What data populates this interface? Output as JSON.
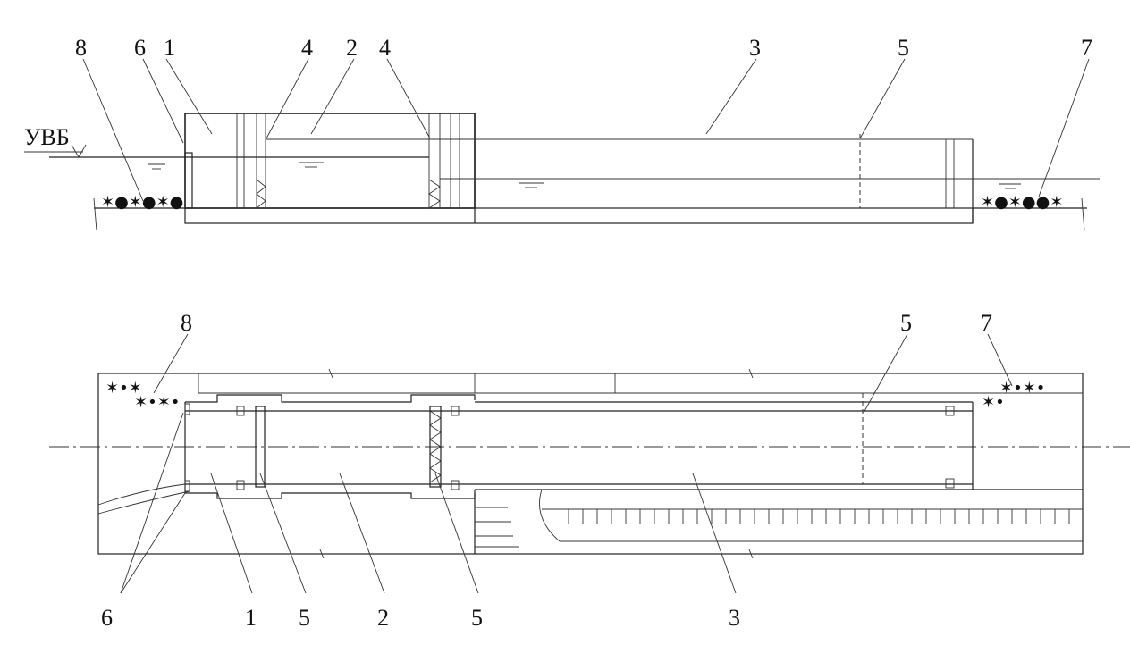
{
  "water_level_label": "УВБ",
  "elevation": {
    "labels": {
      "n8": "8",
      "n6": "6",
      "n1": "1",
      "n4a": "4",
      "n2": "2",
      "n4b": "4",
      "n3": "3",
      "n5": "5",
      "n7": "7"
    }
  },
  "plan": {
    "labels": {
      "n8": "8",
      "n5top": "5",
      "n7": "7",
      "n6": "6",
      "n1": "1",
      "n5a": "5",
      "n2": "2",
      "n5b": "5",
      "n3": "3"
    }
  }
}
